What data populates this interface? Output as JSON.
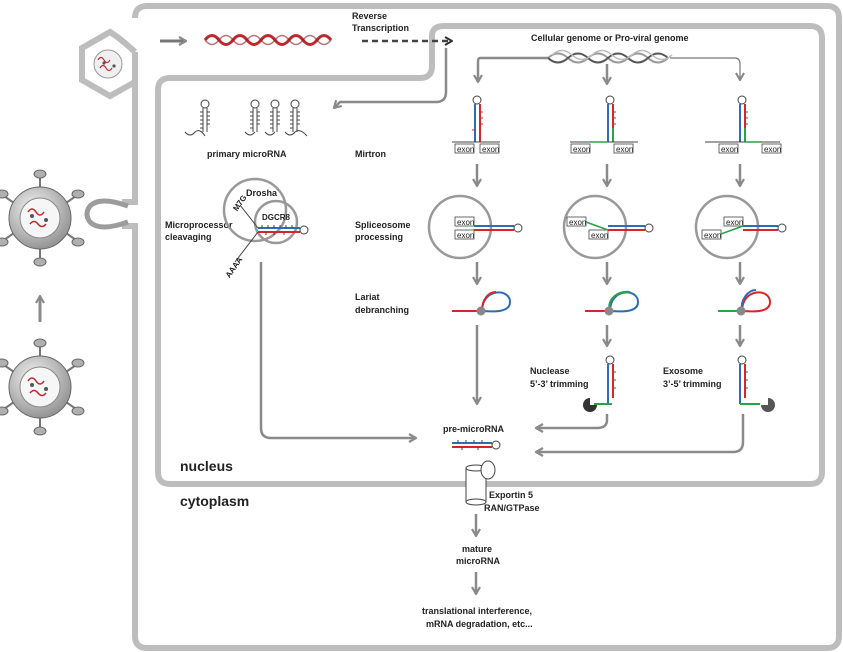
{
  "labels": {
    "reverse_transcription_1": "Reverse",
    "reverse_transcription_2": "Transcription",
    "genome": "Cellular genome or Pro-viral genome",
    "primary_microrna": "primary microRNA",
    "mirtron": "Mirtron",
    "microprocessor_1": "Microprocessor",
    "microprocessor_2": "cleavaging",
    "drosha": "Drosha",
    "dgcr8": "DGCR8",
    "cap": "M7G",
    "polya": "AAAA",
    "spliceosome_1": "Spliceosome",
    "spliceosome_2": "processing",
    "lariat_1": "Lariat",
    "lariat_2": "debranching",
    "nuclease_1": "Nuclease",
    "nuclease_2": "5’-3’ trimming",
    "exosome_1": "Exosome",
    "exosome_2": "3’-5’ trimming",
    "pre_microrna": "pre-microRNA",
    "nucleus": "nucleus",
    "cytoplasm": "cytoplasm",
    "exportin_1": "Exportin 5",
    "exportin_2": "RAN/GTPase",
    "mature_1": "mature",
    "mature_2": "microRNA",
    "final_1": "translational interference,",
    "final_2": "mRNA degradation, etc...",
    "exon": "exon"
  },
  "colors": {
    "membrane": "#bdbdbd",
    "arrow": "#8a8a8a",
    "red_strand": "#d9242a",
    "blue_strand": "#2e6db5",
    "green_strand": "#2aa24a"
  }
}
